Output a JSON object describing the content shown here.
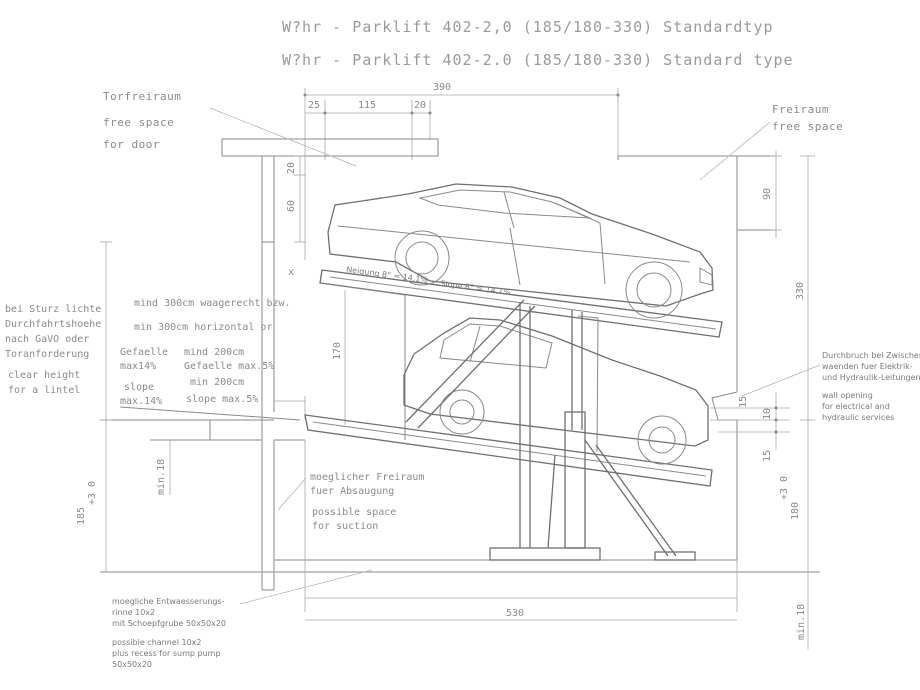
{
  "title": {
    "line1": "W?hr - Parklift 402-2,0 (185/180-330) Standardtyp",
    "line2": "W?hr - Parklift 402-2.0 (185/180-330) Standard type"
  },
  "dimensions": {
    "total_width_top": "390",
    "d25": "25",
    "d115": "115",
    "d20_top": "20",
    "d20_side": "20",
    "d60": "60",
    "d90": "90",
    "d330": "330",
    "d170": "170",
    "d15_upper": "15",
    "d10": "10",
    "d15_lower": "15",
    "pit_width": "530",
    "min18_left": "min.18",
    "min18_right": "min.18",
    "left_height_main": "185",
    "left_height_tol": "+3 0",
    "right_height_main": "180",
    "right_height_tol": "+3 0"
  },
  "labels": {
    "door_space": [
      "Torfreiraum",
      "free space",
      "for door"
    ],
    "free_space": [
      "Freiraum",
      "free space"
    ],
    "lintel_note": [
      "bei Sturz lichte",
      "Durchfahrtshoehe",
      "nach GaVO oder",
      "Toranforderung",
      "clear height",
      "for a lintel"
    ],
    "horizontal_note": [
      "mind 300cm waagerecht bzw.",
      "min 300cm horizontal or"
    ],
    "slope14_de": [
      "Gefaelle",
      "max14%"
    ],
    "slope14_en": [
      "slope",
      "max.14%"
    ],
    "slope5_de": [
      "mind 200cm",
      "Gefaelle max.5%"
    ],
    "slope5_en": [
      "min 200cm",
      "slope max.5%"
    ],
    "incline_de": "Neigung 8° = 14,1%",
    "incline_en": "Slope 8° = 14,1%",
    "suction_de": [
      "moeglicher Freiraum",
      "fuer Absaugung"
    ],
    "suction_en": [
      "possible space",
      "for suction"
    ],
    "wall_opening_de": [
      "Durchbruch bei Zwischen-",
      "waenden fuer Elektrik-",
      "und Hydraulik-Leitungen"
    ],
    "wall_opening_en": [
      "wall opening",
      "for electrical and",
      "hydraulic services"
    ],
    "channel_de": [
      "moegliche Entwaesserungs-",
      "rinne 10x2",
      "mit Schoepfgrube 50x50x20"
    ],
    "channel_en": [
      "possible channel 10x2",
      "plus recess for sump pump",
      "50x50x20"
    ]
  },
  "colors": {
    "line": "#8a8a8a",
    "background": "#ffffff"
  }
}
